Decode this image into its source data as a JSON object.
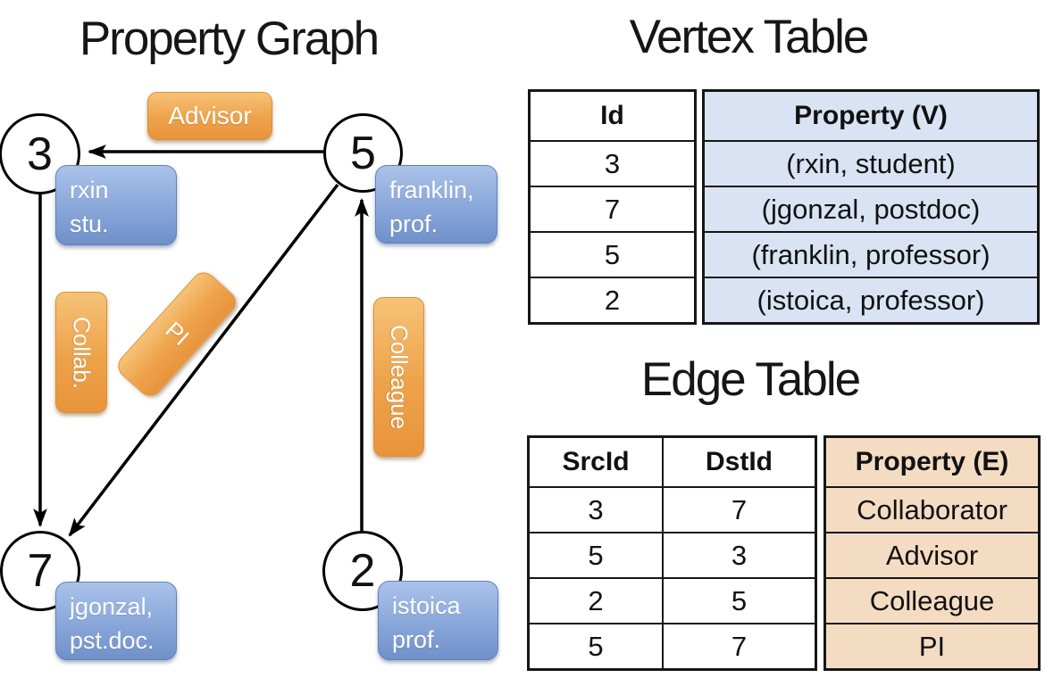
{
  "graph": {
    "title": "Property Graph",
    "nodes": [
      {
        "id": "3"
      },
      {
        "id": "5"
      },
      {
        "id": "7"
      },
      {
        "id": "2"
      }
    ],
    "node_properties": [
      {
        "node": "3",
        "line1": "rxin",
        "line2": "stu."
      },
      {
        "node": "5",
        "line1": "franklin,",
        "line2": "prof."
      },
      {
        "node": "7",
        "line1": "jgonzal,",
        "line2": "pst.doc."
      },
      {
        "node": "2",
        "line1": "istoica",
        "line2": "prof."
      }
    ],
    "edge_labels": {
      "advisor": "Advisor",
      "collab": "Collab.",
      "pi": "PI",
      "colleague": "Colleague"
    },
    "edges": [
      {
        "src": "5",
        "dst": "3",
        "label": "Advisor"
      },
      {
        "src": "3",
        "dst": "7",
        "label": "Collab."
      },
      {
        "src": "5",
        "dst": "7",
        "label": "PI"
      },
      {
        "src": "2",
        "dst": "5",
        "label": "Colleague"
      }
    ]
  },
  "vertex_table": {
    "title": "Vertex Table",
    "columns": {
      "id": "Id",
      "property": "Property (V)"
    },
    "rows": [
      {
        "id": "3",
        "property": "(rxin, student)"
      },
      {
        "id": "7",
        "property": "(jgonzal, postdoc)"
      },
      {
        "id": "5",
        "property": "(franklin, professor)"
      },
      {
        "id": "2",
        "property": "(istoica, professor)"
      }
    ]
  },
  "edge_table": {
    "title": "Edge Table",
    "columns": {
      "src": "SrcId",
      "dst": "DstId",
      "property": "Property (E)"
    },
    "rows": [
      {
        "src": "3",
        "dst": "7",
        "property": "Collaborator"
      },
      {
        "src": "5",
        "dst": "3",
        "property": "Advisor"
      },
      {
        "src": "2",
        "dst": "5",
        "property": "Colleague"
      },
      {
        "src": "5",
        "dst": "7",
        "property": "PI"
      }
    ]
  },
  "colors": {
    "edge_label_orange": "#eda24a",
    "vertex_property_blue": "#8aa8da",
    "vertex_table_fill": "#dae3f3",
    "edge_table_fill": "#f4dcc3",
    "line_black": "#000000"
  }
}
